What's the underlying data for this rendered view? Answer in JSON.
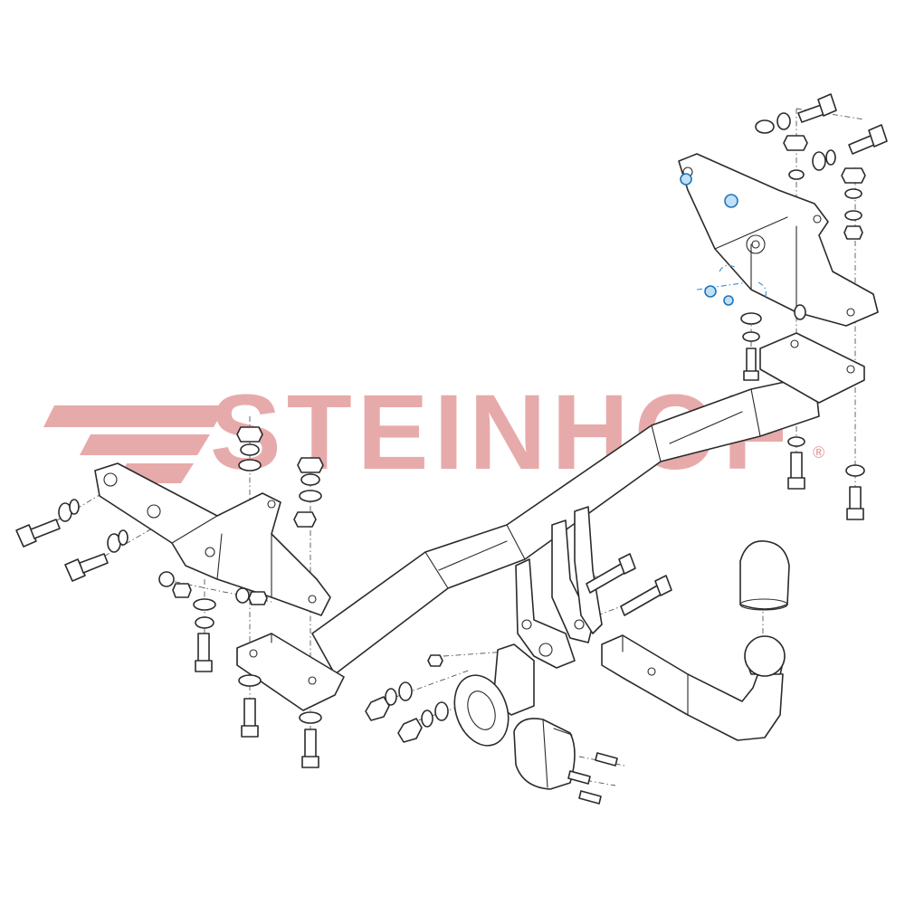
{
  "watermark": {
    "brand": "STEINHOF",
    "registered": "®",
    "color": "#e7aaaa"
  },
  "colors": {
    "line": "#2b2b2b",
    "highlight": "#1f74b8",
    "highlight_fill": "#bfe0f7"
  },
  "icons": [
    "tow-bar-beam",
    "mounting-bracket-left",
    "mounting-bracket-right",
    "tow-ball",
    "ball-cover-cap",
    "socket-plate",
    "electrical-socket",
    "bolt",
    "nut",
    "washer"
  ]
}
